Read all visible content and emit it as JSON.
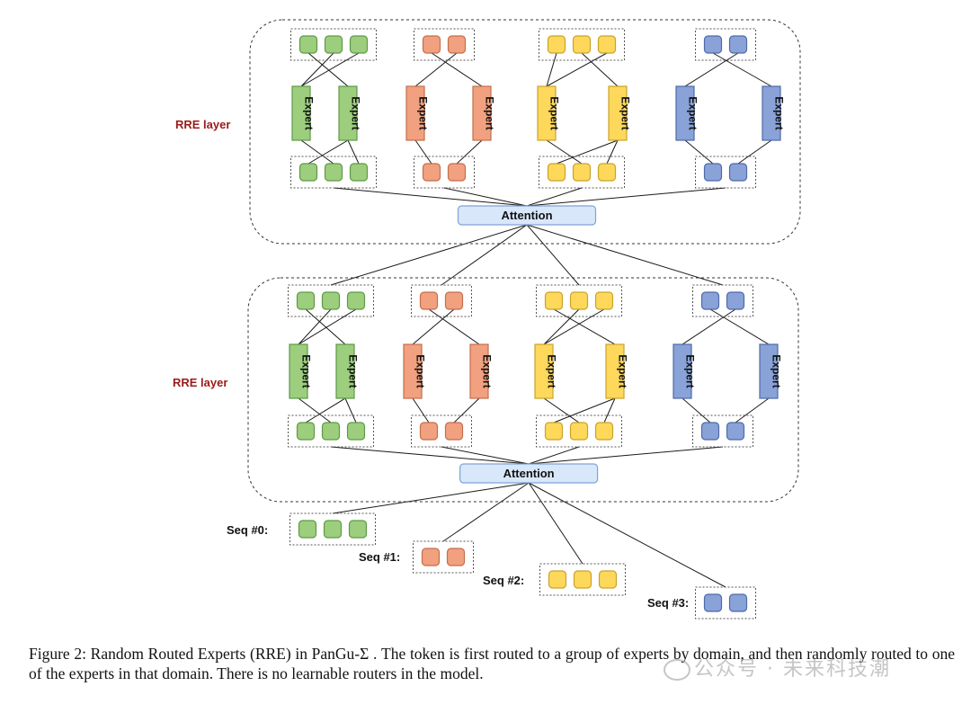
{
  "colors": {
    "green": {
      "fill": "#9cce7e",
      "stroke": "#5e9a45"
    },
    "orange": {
      "fill": "#f1a17f",
      "stroke": "#c46e4c"
    },
    "yellow": {
      "fill": "#fdd85a",
      "stroke": "#c9a32a"
    },
    "blue": {
      "fill": "#89a2d8",
      "stroke": "#4f6aa8"
    },
    "attention": {
      "fill": "#d9e7fb",
      "stroke": "#7fa3d6"
    },
    "layer_label": "#9b1a1a"
  },
  "layers": [
    {
      "label": "RRE layer",
      "attention_label": "Attention"
    },
    {
      "label": "RRE layer",
      "attention_label": "Attention"
    }
  ],
  "expert_label": "Expert",
  "domains": [
    {
      "color": "green",
      "tokens": 3,
      "experts": 2
    },
    {
      "color": "orange",
      "tokens": 2,
      "experts": 2
    },
    {
      "color": "yellow",
      "tokens": 3,
      "experts": 2
    },
    {
      "color": "blue",
      "tokens": 2,
      "experts": 2
    }
  ],
  "sequences": [
    {
      "label": "Seq #0:",
      "color": "green",
      "tokens": 3
    },
    {
      "label": "Seq #1:",
      "color": "orange",
      "tokens": 2
    },
    {
      "label": "Seq #2:",
      "color": "yellow",
      "tokens": 3
    },
    {
      "label": "Seq #3:",
      "color": "blue",
      "tokens": 2
    }
  ],
  "caption": "Figure 2: Random Routed Experts (RRE) in PanGu-Σ . The token is first routed to a group of experts by domain, and then randomly routed to one of the experts in that domain. There is no learnable routers in the model.",
  "watermark": "公众号 · 未来科技潮"
}
